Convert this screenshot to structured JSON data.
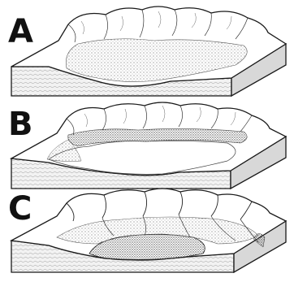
{
  "panels": [
    {
      "label": "A"
    },
    {
      "label": "B"
    },
    {
      "label": "C"
    }
  ],
  "colors": {
    "ink": "#1a1a1a",
    "background": "#ffffff",
    "stipple": "#777777",
    "block_side": "#e9e9e9"
  }
}
